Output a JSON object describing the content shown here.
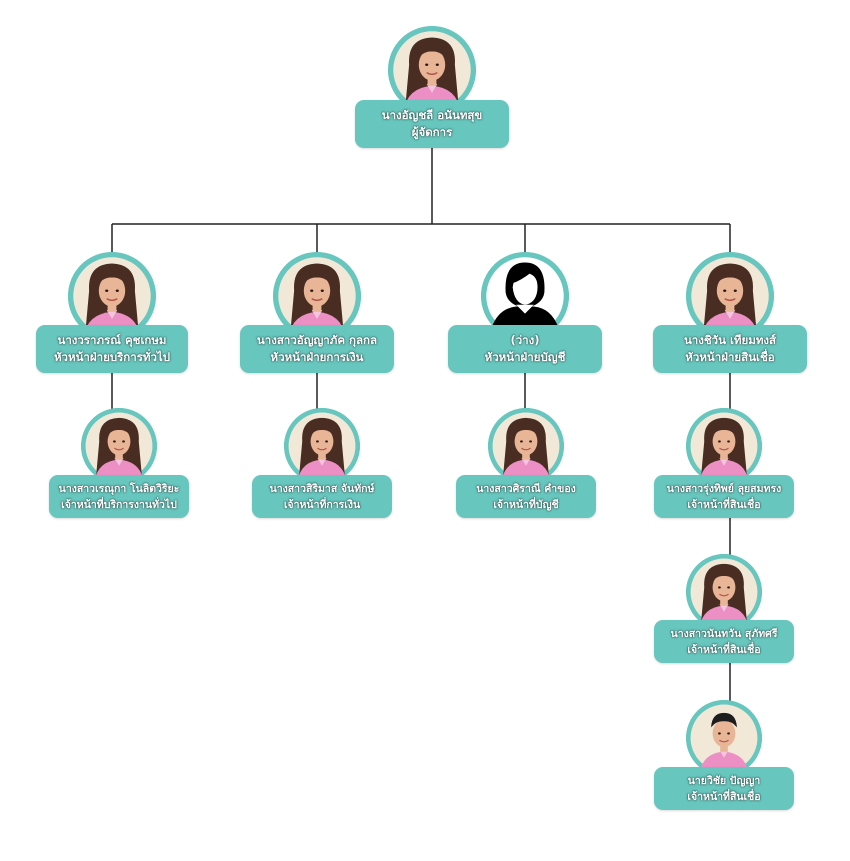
{
  "colors": {
    "accent": "#67c6bd",
    "connector": "#222222",
    "shirt": "#ec8fc4",
    "skin": "#e8b596",
    "hair": "#4a2d22",
    "backdrop": "#f1e8d8"
  },
  "positions": [
    {
      "name": "นางอัญชลี อนันทสุข",
      "title": "ผู้จัดการ",
      "icon": "portrait-photo"
    },
    {
      "name": "นางวราภรณ์ คุชเกษม",
      "title": "หัวหน้าฝ่ายบริการทั่วไป",
      "icon": "portrait-photo"
    },
    {
      "name": "นางสาวอัญญาภัค กุลกล",
      "title": "หัวหน้าฝ่ายการเงิน",
      "icon": "portrait-photo"
    },
    {
      "name": "(ว่าง)",
      "title": "หัวหน้าฝ่ายบัญชี",
      "icon": "person-silhouette-icon"
    },
    {
      "name": "นางชิวัน เทียมทงส์",
      "title": "หัวหน้าฝ่ายสินเชื่อ",
      "icon": "portrait-photo"
    },
    {
      "name": "นางสาวเรณุกา โนลิตวิริยะ",
      "title": "เจ้าหน้าที่บริการงานทั่วไป",
      "icon": "portrait-photo"
    },
    {
      "name": "นางสาวสิริมาส จันทักษ์",
      "title": "เจ้าหน้าที่การเงิน",
      "icon": "portrait-photo"
    },
    {
      "name": "นางสาวศิราณี คำของ",
      "title": "เจ้าหน้าที่บัญชี",
      "icon": "portrait-photo"
    },
    {
      "name": "นางสาวรุ่งทิพย์ ลุยสมทรง",
      "title": "เจ้าหน้าที่สินเชื่อ",
      "icon": "portrait-photo"
    },
    {
      "name": "นางสาวนันทวัน สุภัทศรี",
      "title": "เจ้าหน้าที่สินเชื่อ",
      "icon": "portrait-photo"
    },
    {
      "name": "นายวิชัย ปัญญา",
      "title": "เจ้าหน้าที่สินเชื่อ",
      "icon": "portrait-photo"
    }
  ]
}
